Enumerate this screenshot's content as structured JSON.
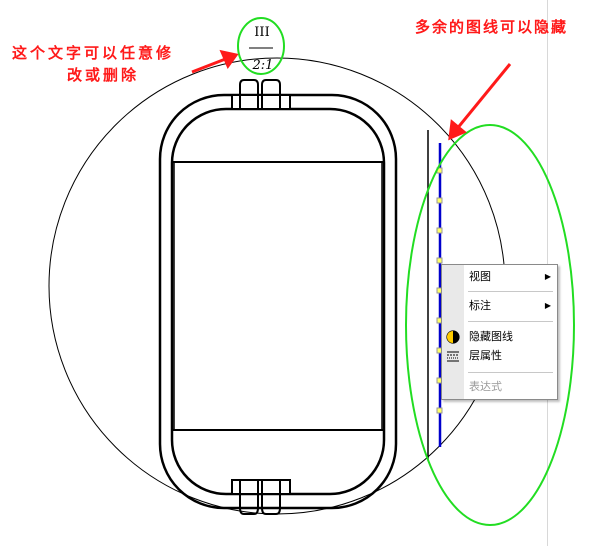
{
  "drawing": {
    "view_title": "III",
    "view_scale": "2:1"
  },
  "annotations": {
    "left_note_line1": "这个文字可以任意修",
    "left_note_line2": "改或删除",
    "right_note": "多余的图线可以隐藏",
    "note_color": "#ff1a1a",
    "highlight_color": "#22dd22",
    "selected_line_color": "#0000cc"
  },
  "context_menu": {
    "items": [
      {
        "label": "视图",
        "has_submenu": true,
        "enabled": true
      },
      {
        "label": "标注",
        "has_submenu": true,
        "enabled": true
      },
      {
        "label": "隐藏图线",
        "icon": "hide-lines-icon",
        "enabled": true
      },
      {
        "label": "层属性",
        "icon": "layer-properties-icon",
        "enabled": true
      },
      {
        "label": "表达式",
        "enabled": false
      }
    ],
    "submenu_arrow": "▶"
  }
}
